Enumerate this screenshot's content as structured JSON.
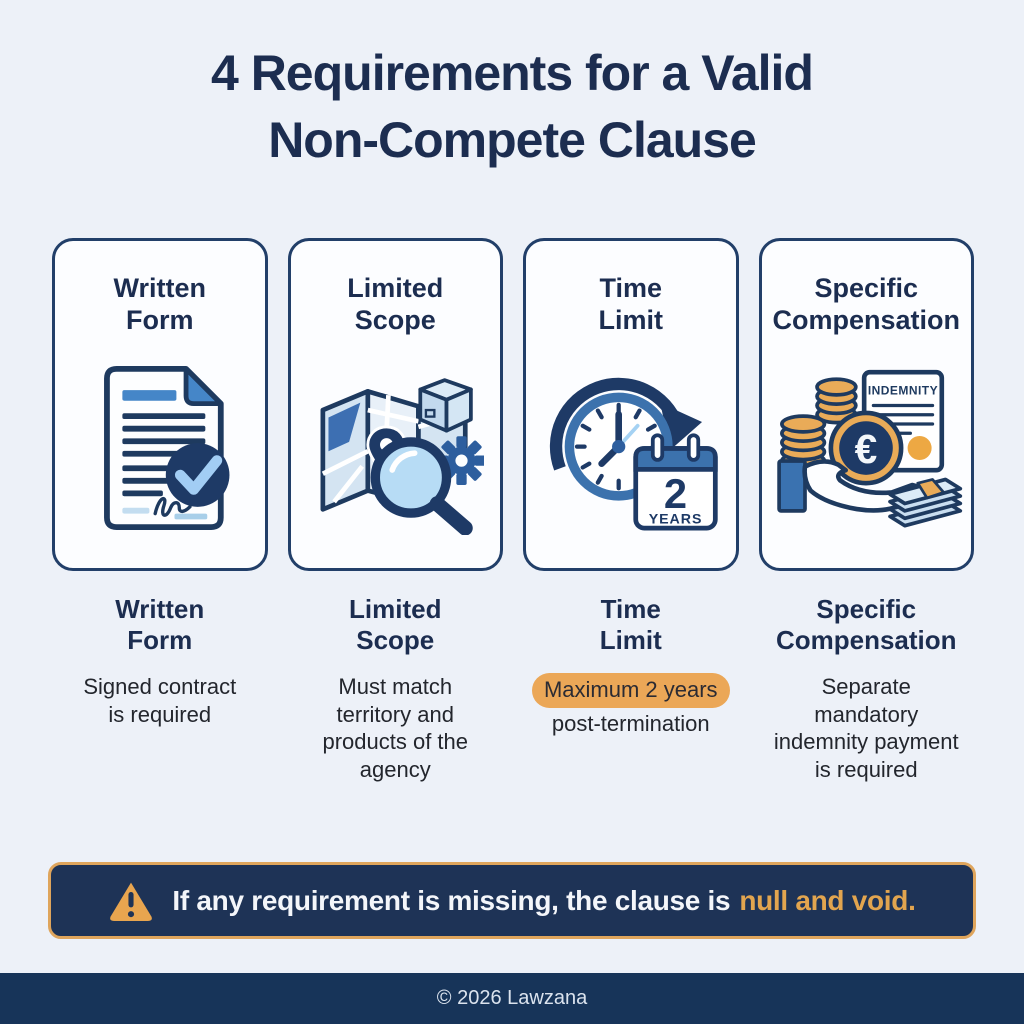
{
  "colors": {
    "page_background": "#edf1f8",
    "navy_text": "#1c2d50",
    "icon_navy": "#1e3a66",
    "mid_blue": "#3c72ad",
    "light_blue": "#b7dcf5",
    "orange_accent": "#e9a757",
    "banner_background": "#1e3356",
    "banner_border": "#dfa55c",
    "footer_background": "#173459"
  },
  "title": {
    "line1": "4 Requirements for a Valid",
    "line2": "Non-Compete Clause"
  },
  "cards": [
    {
      "icon": "document-check-icon",
      "heading_line1": "Written",
      "heading_line2": "Form"
    },
    {
      "icon": "map-magnifier-icon",
      "heading_line1": "Limited",
      "heading_line2": "Scope"
    },
    {
      "icon": "clock-calendar-icon",
      "heading_line1": "Time",
      "heading_line2": "Limit",
      "calendar_number": "2",
      "calendar_unit": "YEARS"
    },
    {
      "icon": "euro-hand-money-icon",
      "heading_line1": "Specific",
      "heading_line2": "Compensation",
      "document_label": "INDEMNITY",
      "currency_symbol": "€"
    }
  ],
  "details": [
    {
      "heading_line1": "Written",
      "heading_line2": "Form",
      "lines": {
        "l1": "Signed contract",
        "l2": "is required"
      }
    },
    {
      "heading_line1": "Limited",
      "heading_line2": "Scope",
      "lines": {
        "l1": "Must match",
        "l2": "territory and",
        "l3": "products of the",
        "l4": "agency"
      }
    },
    {
      "heading_line1": "Time",
      "heading_line2": "Limit",
      "highlight": "Maximum 2 years",
      "lines": {
        "l1": "post-termination"
      }
    },
    {
      "heading_line1": "Specific",
      "heading_line2": "Compensation",
      "lines": {
        "l1": "Separate",
        "l2": "mandatory",
        "l3": "indemnity payment",
        "l4": "is required"
      }
    }
  ],
  "banner": {
    "icon": "warning-triangle-icon",
    "text": "If any requirement is missing, the clause is",
    "emphasis": "null and void."
  },
  "footer": {
    "text": "© 2026 Lawzana"
  }
}
